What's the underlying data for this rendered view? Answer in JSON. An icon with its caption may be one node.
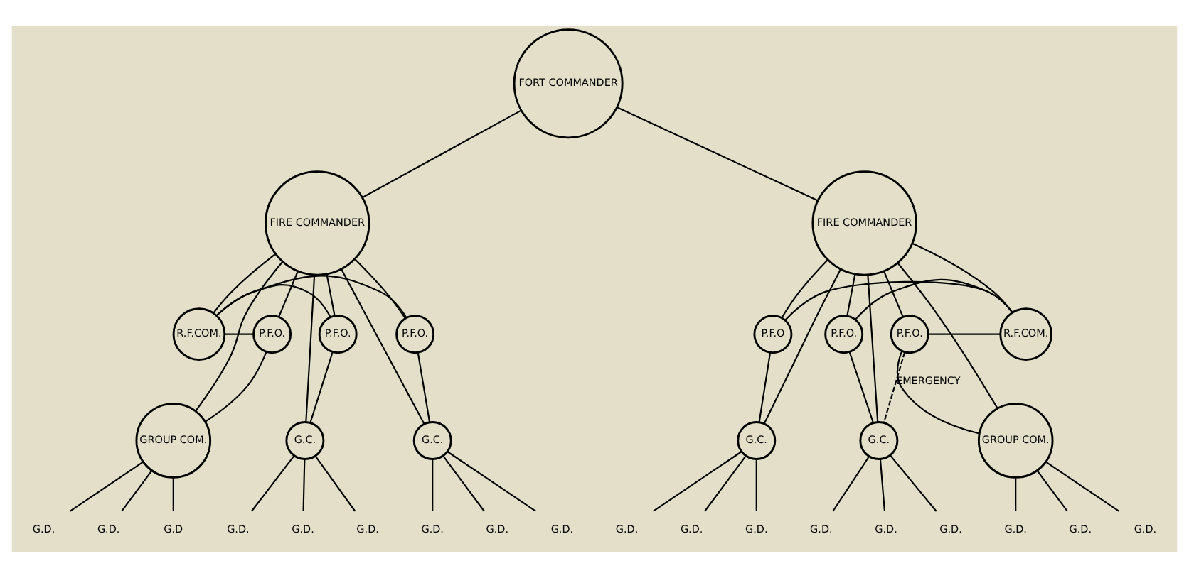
{
  "diagram": {
    "nodes": [
      {
        "text": [
          "FORT COMMANDER"
        ]
      },
      {
        "text": [
          "FIRE COMMANDER"
        ]
      },
      {
        "text": [
          "FIRE COMMANDER"
        ]
      },
      {
        "text": [
          "R.F.COM."
        ]
      },
      {
        "text": [
          "P.F.O."
        ]
      },
      {
        "text": [
          "P.F.O."
        ]
      },
      {
        "text": [
          "P.F.O."
        ]
      },
      {
        "text": [
          "P.F.O"
        ]
      },
      {
        "text": [
          "P.F.O."
        ]
      },
      {
        "text": [
          "P.F.O."
        ]
      },
      {
        "text": [
          "R.F.COM."
        ]
      },
      {
        "text": [
          "GROUP COM."
        ]
      },
      {
        "text": [
          "G.C."
        ]
      },
      {
        "text": [
          "G.C."
        ]
      },
      {
        "text": [
          "G.C."
        ]
      },
      {
        "text": [
          "G.C."
        ]
      },
      {
        "text": [
          "GROUP COM."
        ]
      },
      {
        "text": [
          "G.D."
        ]
      },
      {
        "text": [
          "G.D."
        ]
      },
      {
        "text": [
          "G.D"
        ]
      },
      {
        "text": [
          "G.D."
        ]
      },
      {
        "text": [
          "G.D."
        ]
      },
      {
        "text": [
          "G.D."
        ]
      },
      {
        "text": [
          "G.D."
        ]
      },
      {
        "text": [
          "G.D."
        ]
      },
      {
        "text": [
          "G.D."
        ]
      },
      {
        "text": [
          "G.D."
        ]
      },
      {
        "text": [
          "G.D."
        ]
      },
      {
        "text": [
          "G.D."
        ]
      },
      {
        "text": [
          "G.D."
        ]
      },
      {
        "text": [
          "G.D."
        ]
      },
      {
        "text": [
          "G.D."
        ]
      },
      {
        "text": [
          "G.D."
        ]
      },
      {
        "text": [
          "G.D."
        ]
      },
      {
        "text": [
          "G.D."
        ]
      }
    ],
    "edges": [
      {
        "from": 0,
        "to": 1,
        "arrow": "none"
      },
      {
        "from": 0,
        "to": 2,
        "arrow": "none"
      },
      {
        "from": 1,
        "to": 3,
        "arrow": "none"
      },
      {
        "from": 1,
        "to": 11,
        "arrow": "none"
      },
      {
        "from": 1,
        "to": 4,
        "arrow": "none"
      },
      {
        "from": 1,
        "to": 12,
        "arrow": "none"
      },
      {
        "from": 1,
        "to": 5,
        "arrow": "none"
      },
      {
        "from": 1,
        "to": 13,
        "arrow": "none"
      },
      {
        "from": 1,
        "to": 6,
        "arrow": "none"
      },
      {
        "from": 3,
        "to": 4,
        "arrow": "none"
      },
      {
        "from": 3,
        "to": 5,
        "arrow": "none"
      },
      {
        "from": 3,
        "to": 6,
        "arrow": "none"
      },
      {
        "from": 4,
        "to": 11,
        "arrow": "none"
      },
      {
        "from": 5,
        "to": 12,
        "arrow": "none"
      },
      {
        "from": 6,
        "to": 13,
        "arrow": "none"
      },
      {
        "from": 2,
        "to": 7,
        "arrow": "none"
      },
      {
        "from": 2,
        "to": 14,
        "arrow": "none"
      },
      {
        "from": 2,
        "to": 8,
        "arrow": "none"
      },
      {
        "from": 2,
        "to": 15,
        "arrow": "none"
      },
      {
        "from": 2,
        "to": 9,
        "arrow": "none"
      },
      {
        "from": 2,
        "to": 16,
        "arrow": "none"
      },
      {
        "from": 2,
        "to": 10,
        "arrow": "none"
      },
      {
        "from": 7,
        "to": 10,
        "arrow": "none"
      },
      {
        "from": 8,
        "to": 10,
        "arrow": "none"
      },
      {
        "from": 9,
        "to": 10,
        "arrow": "none"
      },
      {
        "from": 7,
        "to": 14,
        "arrow": "none"
      },
      {
        "from": 8,
        "to": 15,
        "arrow": "none"
      },
      {
        "from": 9,
        "to": 16,
        "arrow": "none"
      },
      {
        "from": 9,
        "to": 15,
        "arrow": "none",
        "style": "dashed",
        "label": "EMERGENCY"
      },
      {
        "from": 11,
        "to": 17,
        "arrow": "none"
      },
      {
        "from": 11,
        "to": 18,
        "arrow": "none"
      },
      {
        "from": 11,
        "to": 19,
        "arrow": "none"
      },
      {
        "from": 12,
        "to": 20,
        "arrow": "none"
      },
      {
        "from": 12,
        "to": 21,
        "arrow": "none"
      },
      {
        "from": 12,
        "to": 22,
        "arrow": "none"
      },
      {
        "from": 13,
        "to": 23,
        "arrow": "none"
      },
      {
        "from": 13,
        "to": 24,
        "arrow": "none"
      },
      {
        "from": 13,
        "to": 25,
        "arrow": "none"
      },
      {
        "from": 14,
        "to": 26,
        "arrow": "none"
      },
      {
        "from": 14,
        "to": 27,
        "arrow": "none"
      },
      {
        "from": 14,
        "to": 28,
        "arrow": "none"
      },
      {
        "from": 15,
        "to": 29,
        "arrow": "none"
      },
      {
        "from": 15,
        "to": 30,
        "arrow": "none"
      },
      {
        "from": 15,
        "to": 31,
        "arrow": "none"
      },
      {
        "from": 16,
        "to": 32,
        "arrow": "none"
      },
      {
        "from": 16,
        "to": 33,
        "arrow": "none"
      },
      {
        "from": 16,
        "to": 34,
        "arrow": "none"
      }
    ]
  }
}
